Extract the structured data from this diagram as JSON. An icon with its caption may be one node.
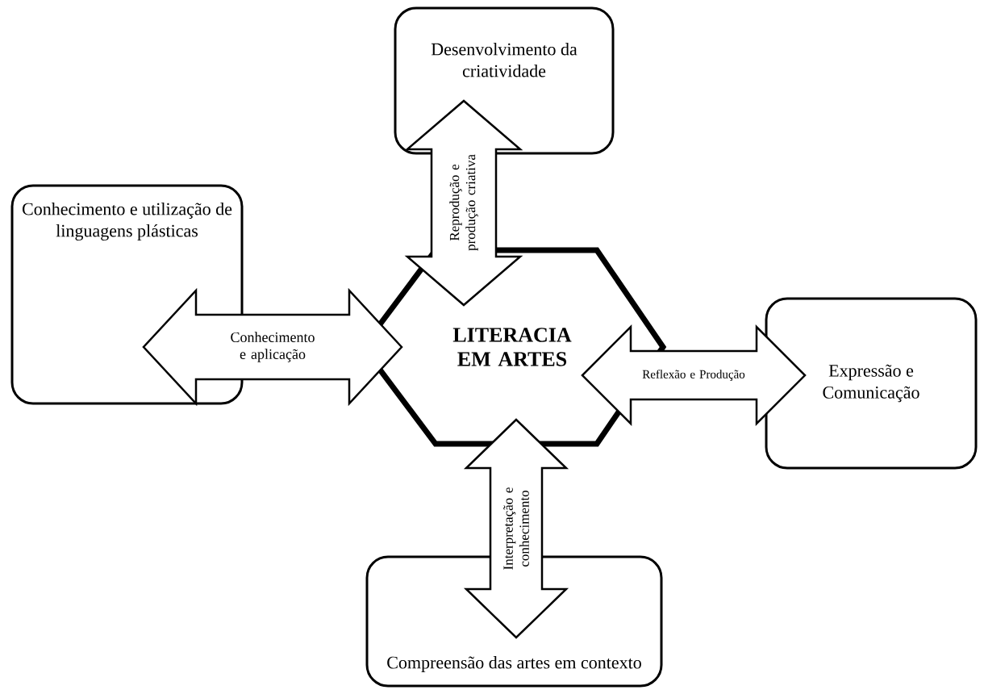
{
  "diagram": {
    "nodes": [
      {
        "text": [
          "LITERACIA EM ARTES"
        ]
      },
      {
        "text": [
          "Desenvolvimento da criatividade"
        ]
      },
      {
        "text": [
          "Conhecimento e utilização de linguagens plásticas"
        ]
      },
      {
        "text": [
          "Expressão e Comunicação"
        ]
      },
      {
        "text": [
          "Compreensão das artes em contexto"
        ]
      }
    ],
    "edges": [
      {
        "from": 0,
        "to": 1,
        "arrow": "both",
        "label": "Reprodução e produção criativa"
      },
      {
        "from": 0,
        "to": 2,
        "arrow": "both",
        "label": "Conhecimento e aplicação"
      },
      {
        "from": 0,
        "to": 3,
        "arrow": "both",
        "label": "Reflexão e Produção"
      },
      {
        "from": 0,
        "to": 4,
        "arrow": "both",
        "label": "Interpretação e conhecimento"
      }
    ]
  }
}
